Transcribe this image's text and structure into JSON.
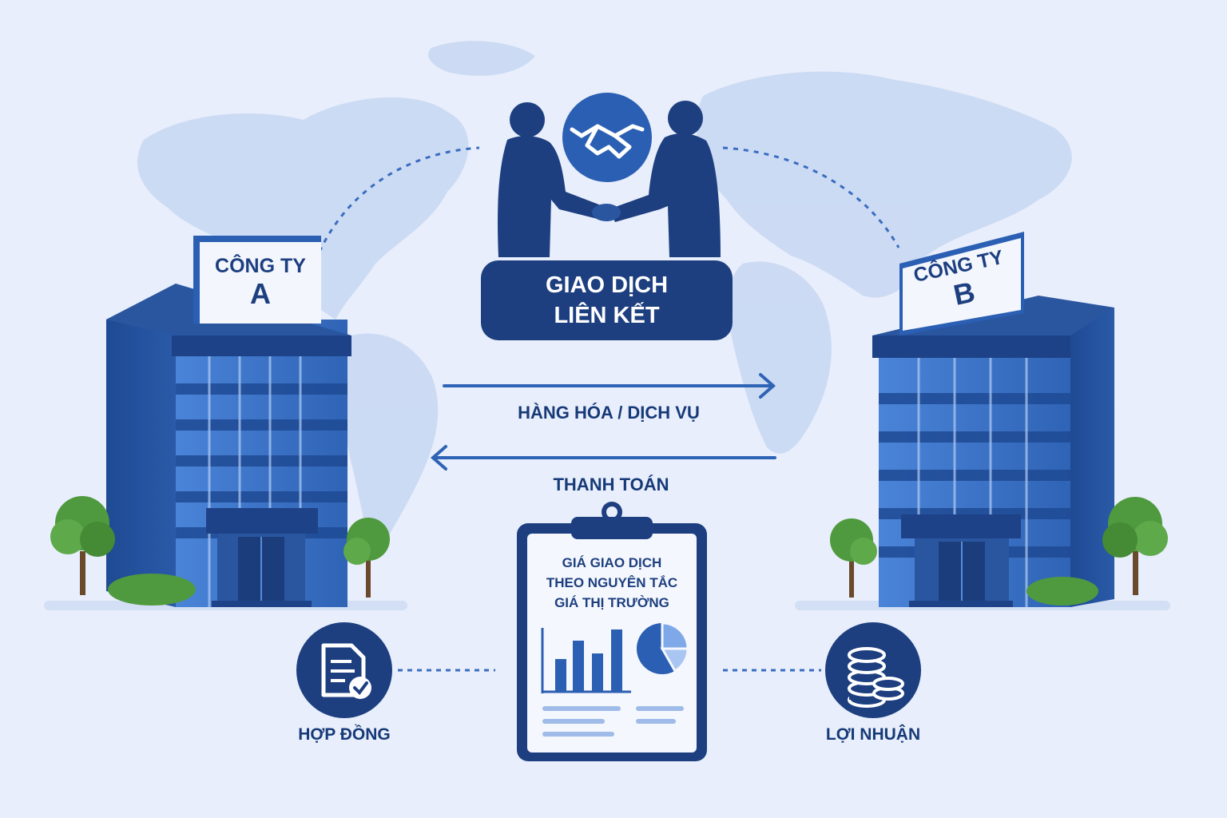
{
  "company_a": {
    "line1": "CÔNG TY",
    "line2": "A"
  },
  "company_b": {
    "line1": "CÔNG TY",
    "line2": "B"
  },
  "deal": {
    "line1": "GIAO DỊCH",
    "line2": "LIÊN KẾT"
  },
  "flows": {
    "goods": "HÀNG HÓA / DỊCH VỤ",
    "payment": "THANH TOÁN"
  },
  "report": {
    "line1": "GIÁ GIAO DỊCH",
    "line2": "THEO NGUYÊN TẮC",
    "line3": "GIÁ THỊ TRƯỜNG"
  },
  "contract_label": "HỢP ĐỒNG",
  "profit_label": "LỢI NHUẬN",
  "colors": {
    "navy": "#1d3f80",
    "blue": "#2f63b5",
    "light_blue": "#7ea8e8",
    "background": "#e8eefb",
    "tree_green": "#4f9a3e"
  },
  "icons": [
    "handshake-icon",
    "contract-check-icon",
    "coin-stack-icon",
    "bar-chart-icon",
    "pie-chart-icon",
    "world-map",
    "clipboard-icon"
  ]
}
